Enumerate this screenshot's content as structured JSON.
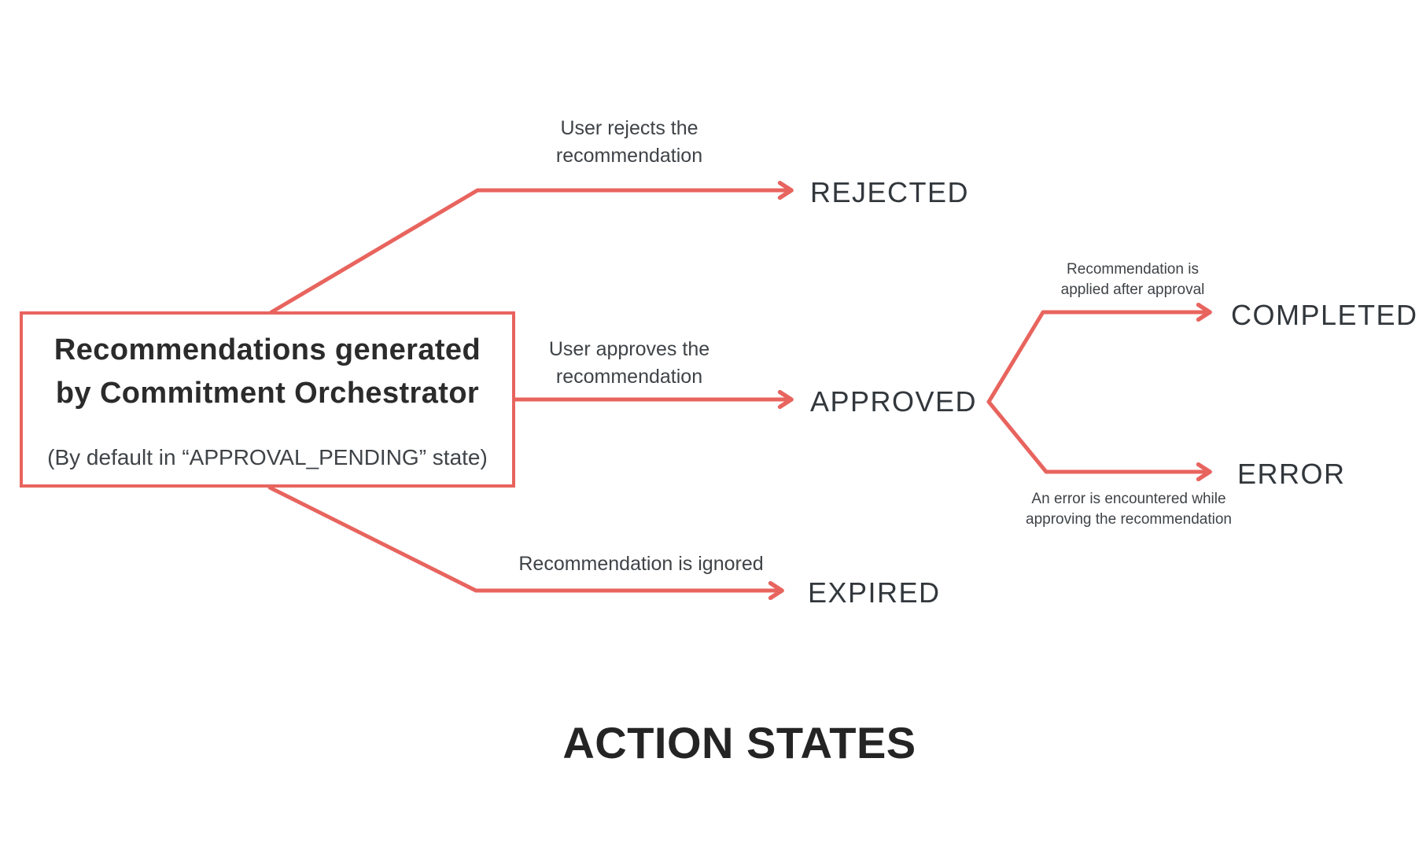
{
  "diagram": {
    "title": "ACTION STATES",
    "source_box": {
      "title_line1": "Recommendations generated",
      "title_line2": "by Commitment Orchestrator",
      "subtitle": "(By default in “APPROVAL_PENDING” state)"
    },
    "transitions": [
      {
        "id": "reject",
        "label_line1": "User rejects the",
        "label_line2": "recommendation",
        "target": "REJECTED"
      },
      {
        "id": "approve",
        "label_line1": "User approves the",
        "label_line2": "recommendation",
        "target": "APPROVED"
      },
      {
        "id": "expire",
        "label_line1": "Recommendation is ignored",
        "label_line2": "",
        "target": "EXPIRED"
      },
      {
        "id": "complete",
        "label_line1": "Recommendation is",
        "label_line2": "applied after approval",
        "target": "COMPLETED"
      },
      {
        "id": "error",
        "label_line1": "An error is encountered while",
        "label_line2": "approving the recommendation",
        "target": "ERROR"
      }
    ],
    "colors": {
      "arrow": "#E8645E",
      "heading_text": "#2B2B2B",
      "state_text": "#32373C",
      "label_text": "#3F4347",
      "title_text": "#242424",
      "background": "#FFFFFF"
    }
  }
}
